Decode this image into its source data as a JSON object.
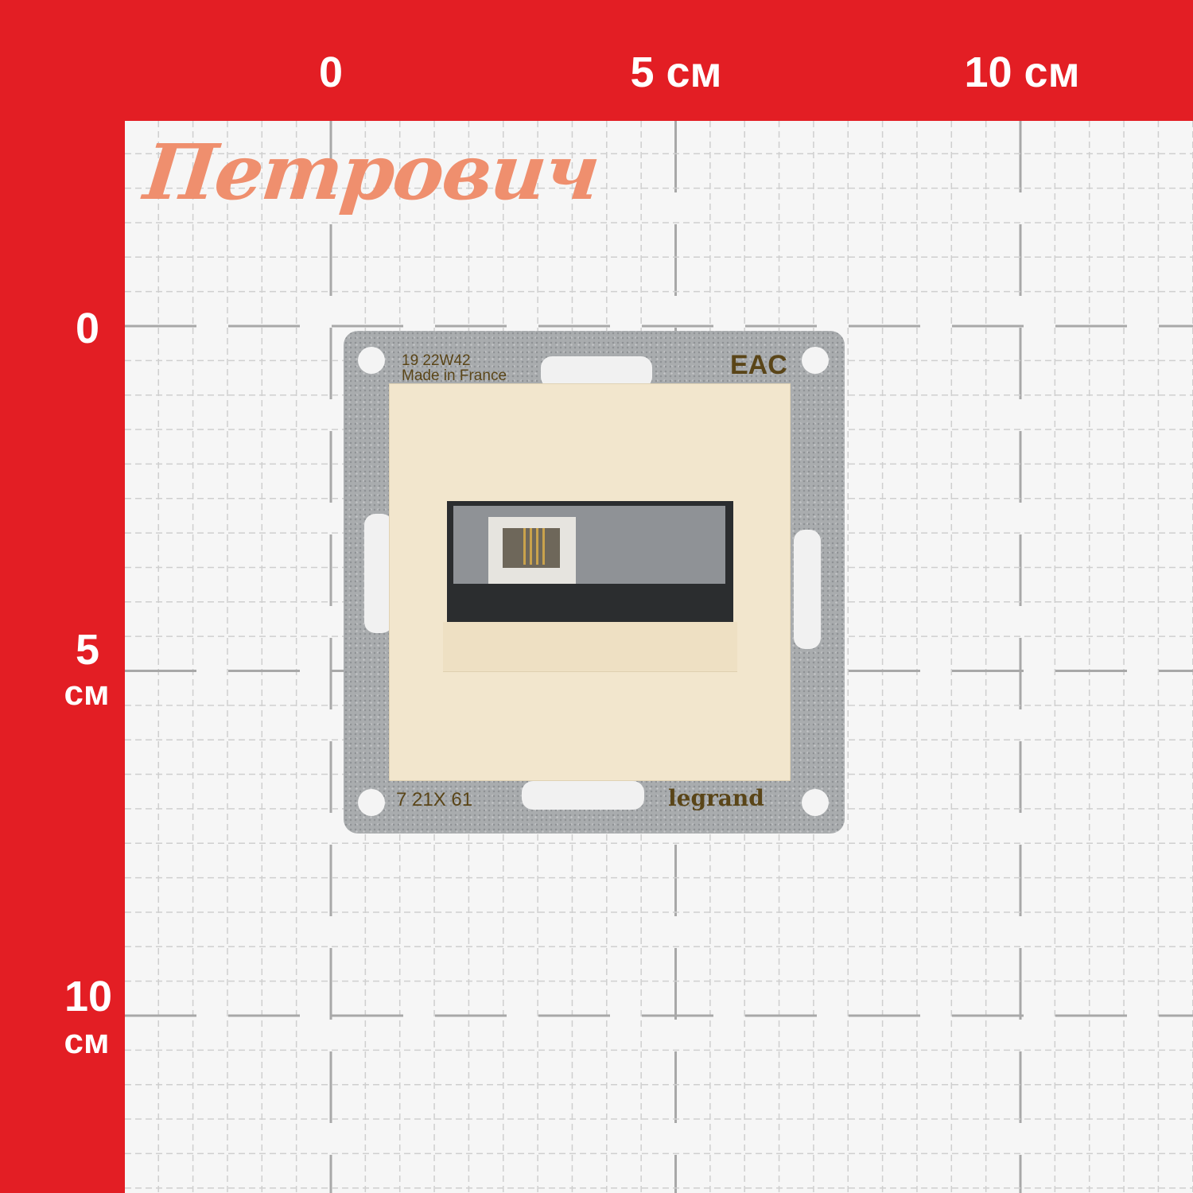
{
  "ruler": {
    "top_labels": [
      "0",
      "5 см",
      "10 см"
    ],
    "left_labels": [
      {
        "value": "0",
        "unit": ""
      },
      {
        "value": "5",
        "unit": "см"
      },
      {
        "value": "10",
        "unit": "см"
      }
    ]
  },
  "brand": {
    "logo_text": "Петрович"
  },
  "product": {
    "mount_code": "19 22W42",
    "origin": "Made in France",
    "certification_mark": "EAC",
    "model_code": "7 21X 61",
    "manufacturer": "legrand"
  },
  "colors": {
    "frame": "#e31e24",
    "cover": "#f2e6cd",
    "logo": "#ef8f6e"
  }
}
